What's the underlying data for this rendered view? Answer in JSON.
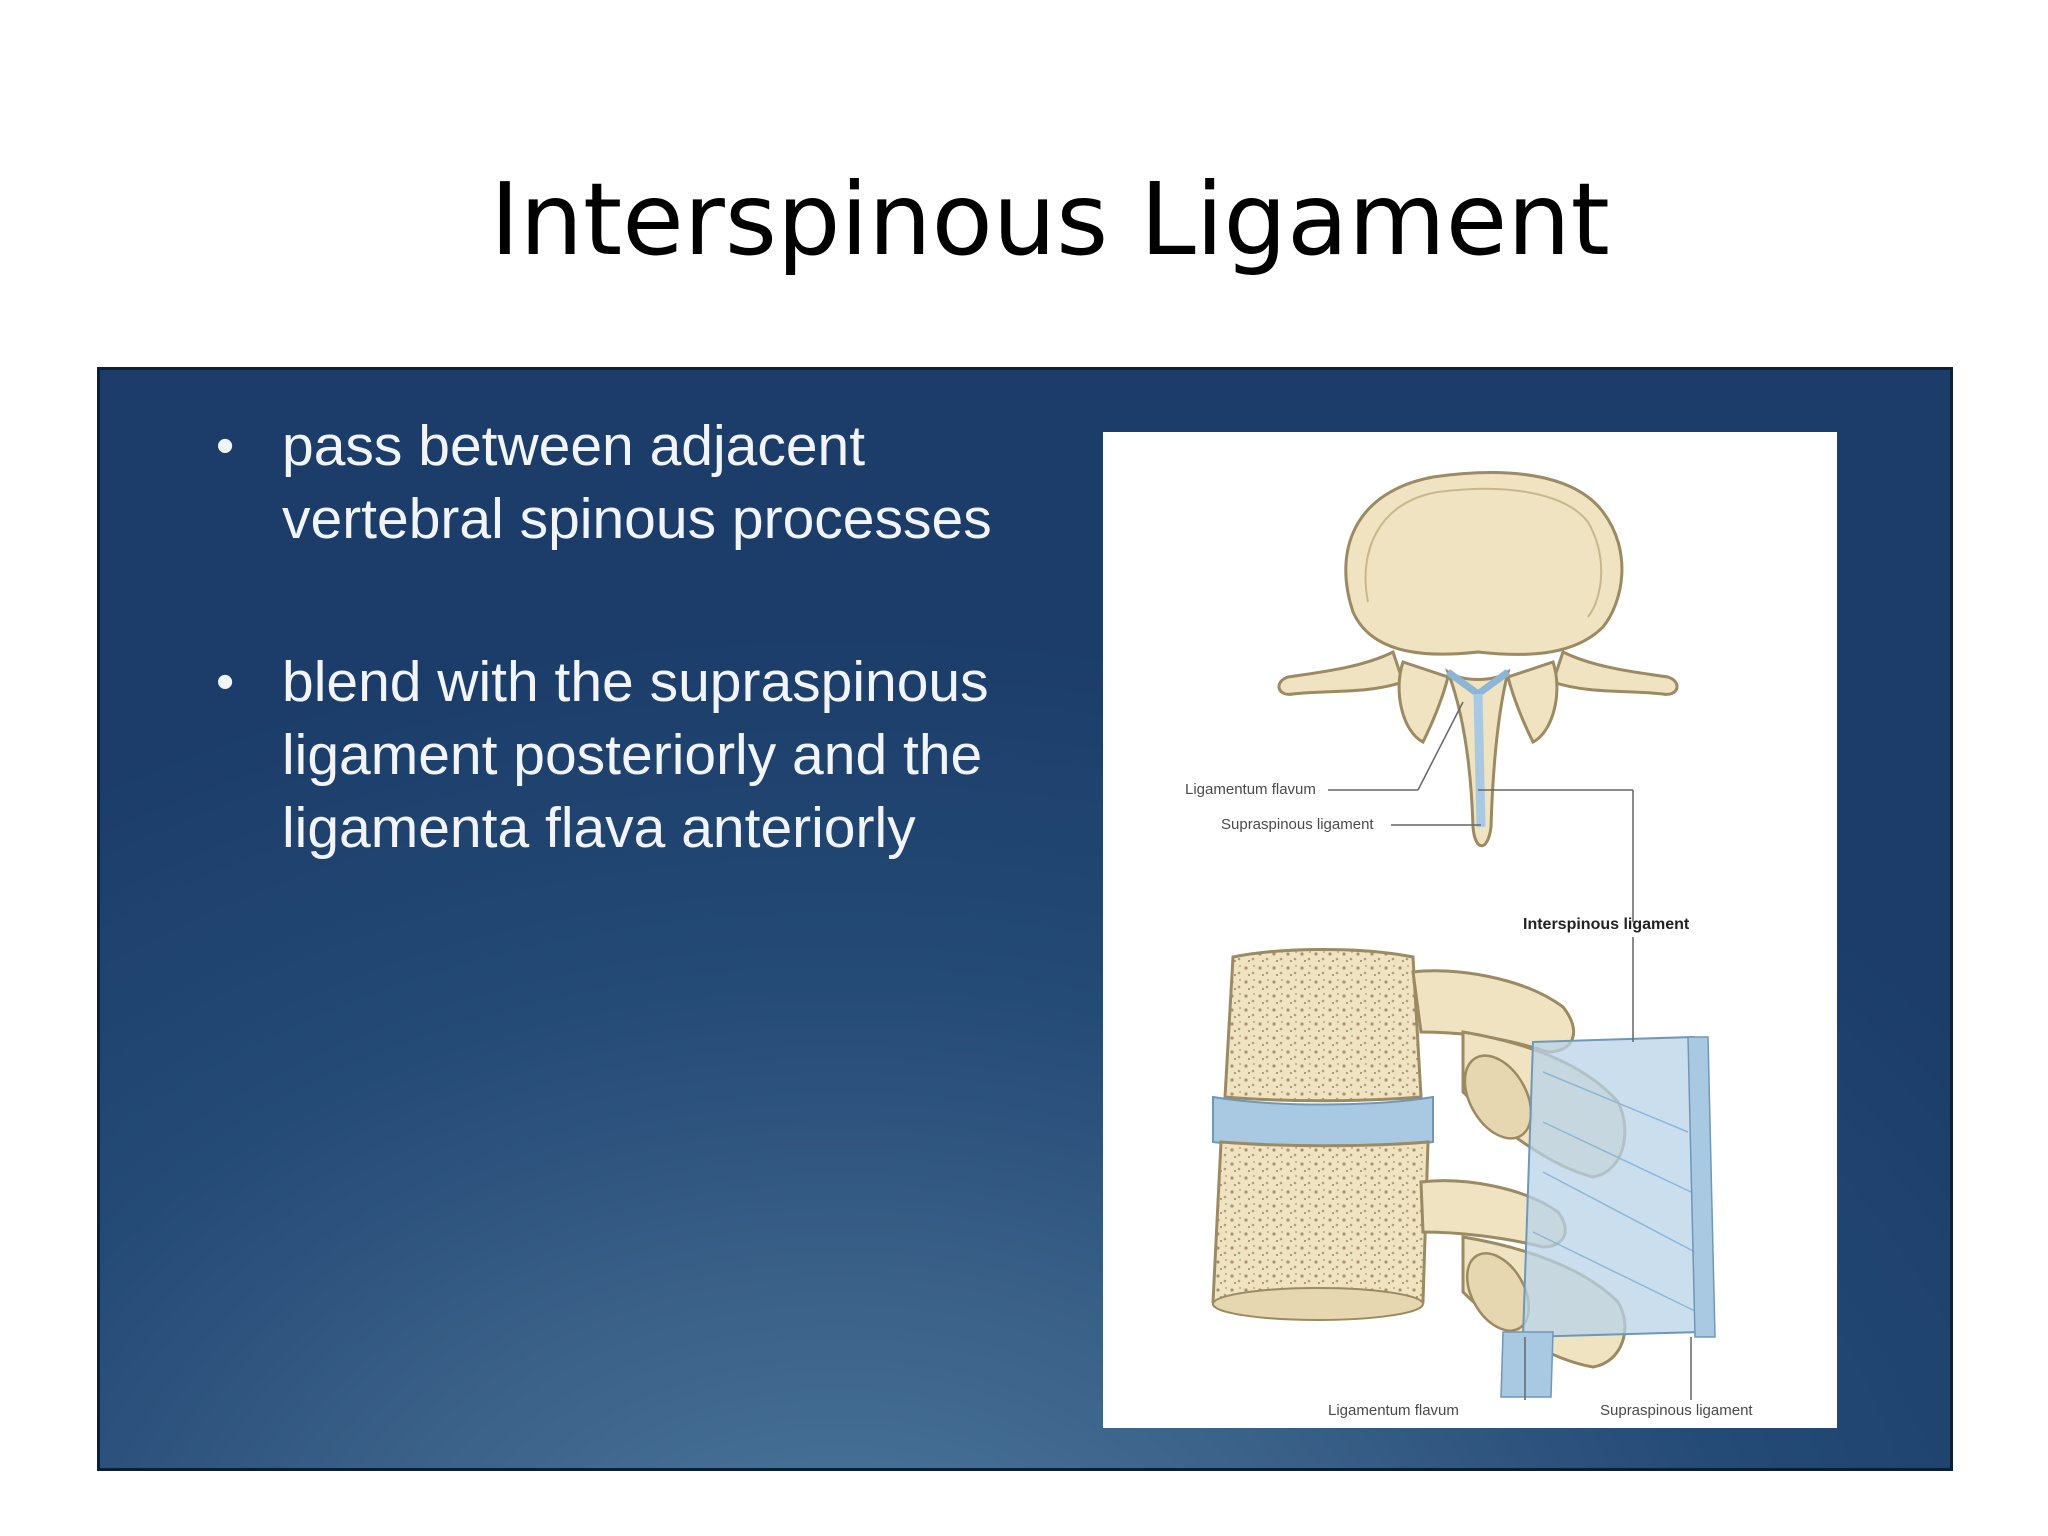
{
  "slide": {
    "title": "Interspinous Ligament"
  },
  "bullets": [
    {
      "line1": "pass between adjacent",
      "line2": "vertebral spinous processes"
    },
    {
      "line1": "blend with the supraspinous",
      "line2": "ligament posteriorly and the",
      "line3": "ligamenta flava anteriorly"
    }
  ],
  "figure": {
    "labels": {
      "top_ligamentum_flavum": "Ligamentum flavum",
      "top_supraspinous": "Supraspinous ligament",
      "interspinous": "Interspinous ligament",
      "bottom_ligamentum_flavum": "Ligamentum flavum",
      "bottom_supraspinous": "Supraspinous ligament"
    }
  },
  "colors": {
    "panel_dark": "#1c3d69",
    "panel_light": "#4f7a9e",
    "bone": "#efe3c2",
    "bone_outline": "#9b8a62",
    "ligament": "#a9c9e2",
    "bullet_text": "#f1f4f8"
  }
}
